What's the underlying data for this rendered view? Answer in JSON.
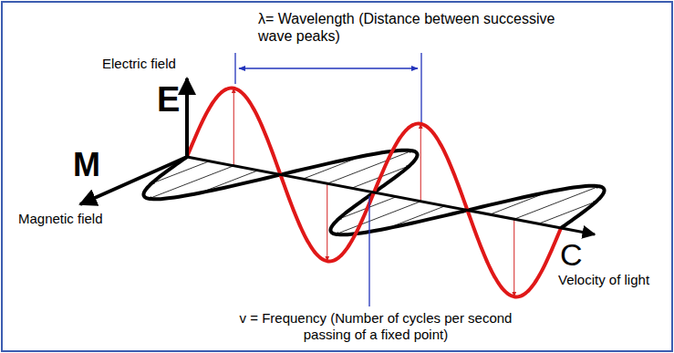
{
  "diagram": {
    "labels": [
      "λ= Wavelength (Distance between successive wave peaks)",
      "Electric field",
      "E",
      "M",
      "Magnetic field",
      "C",
      "Velocity of light",
      "v = Frequency (Number of cycles per second passing of a fixed point)"
    ]
  }
}
